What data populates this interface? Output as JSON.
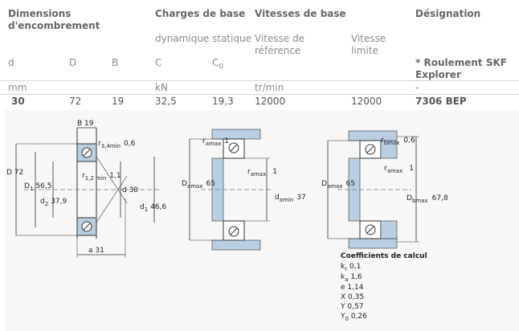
{
  "headers": {
    "dimensions": "Dimensions",
    "dimensions2": "d'encombrement",
    "charges": "Charges de base",
    "vitesses": "Vitesses de base",
    "designation": "Désignation"
  },
  "subheaders": {
    "dynamique": "dynamique",
    "statique": "statique",
    "vitesse_ref_1": "Vitesse de",
    "vitesse_ref_2": "référence",
    "vitesse_lim_1": "Vitesse",
    "vitesse_lim_2": "limite"
  },
  "symbols": {
    "d": "d",
    "D": "D",
    "B": "B",
    "C": "C",
    "C0_main": "C",
    "C0_sub": "0",
    "skf_1": "* Roulement SKF",
    "skf_2": "Explorer"
  },
  "units": {
    "mm": "mm",
    "kN": "kN",
    "trmin": "tr/min",
    "dash": "-"
  },
  "row": {
    "d": "30",
    "D": "72",
    "B": "19",
    "C": "32,5",
    "C0": "19,3",
    "vref": "12000",
    "vlim": "12000",
    "designation": "7306 BEP"
  },
  "drawing1": {
    "B": "B 19",
    "r34": "r",
    "r34_sub": "3,4min",
    "r34_val": "0,6",
    "D": "D 72",
    "D1": "D",
    "D1_sub": "1",
    "D1_val": "56,5",
    "d2": "d",
    "d2_sub": "2",
    "d2_val": "37,9",
    "r12": "r",
    "r12_sub": "1,2 min",
    "r12_val": "1,1",
    "d": "d 30",
    "d1": "d",
    "d1_sub": "1",
    "d1_val": "46,6",
    "a": "a 31"
  },
  "drawing2": {
    "ra1": "r",
    "ra1_sub": "amax",
    "ra1_val": "1",
    "ra2": "r",
    "ra2_sub": "amax",
    "ra2_val": "1",
    "Da": "D",
    "Da_sub": "amax",
    "Da_val": "65",
    "da": "d",
    "da_sub": "amin",
    "da_val": "37"
  },
  "drawing3": {
    "rb": "r",
    "rb_sub": "bmax",
    "rb_val": "0,6",
    "ra": "r",
    "ra_sub": "amax",
    "ra_val": "1",
    "Da": "D",
    "Da_sub": "amax",
    "Da_val": "65",
    "Db": "D",
    "Db_sub": "bmax",
    "Db_val": "67,8"
  },
  "coefficients": {
    "title": "Coefficients de calcul",
    "kr": "k",
    "kr_sub": "r",
    "kr_val": "0,1",
    "ka": "k",
    "ka_sub": "a",
    "ka_val": "1,6",
    "e": "e",
    "e_val": "1,14",
    "X": "X",
    "X_val": "0,35",
    "Y": "Y",
    "Y_val": "0,57",
    "Y0": "Y",
    "Y0_sub": "0",
    "Y0_val": "0,26"
  }
}
